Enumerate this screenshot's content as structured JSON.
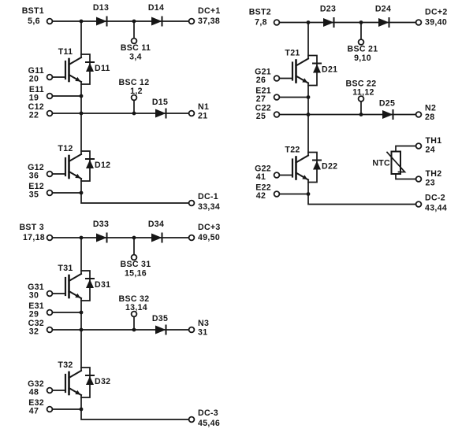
{
  "meta": {
    "background": "#ffffff",
    "ink": "#161616",
    "description": "3-phase IGBT boost/half-bridge power module schematic"
  },
  "sections": [
    {
      "name": "half-bridge-1",
      "bst": {
        "label": "BST1",
        "pins": "5,6"
      },
      "dcp": {
        "label": "DC+1",
        "pins": "37,38"
      },
      "d_rail_1": "D13",
      "d_rail_2": "D14",
      "bsc_top": {
        "label": "BSC 11",
        "pins": "3,4"
      },
      "t_top": "T11",
      "d_top": "D11",
      "g_top": {
        "label": "G11",
        "pins": "20"
      },
      "e_top": {
        "label": "E11",
        "pins": "19"
      },
      "c_bot": {
        "label": "C12",
        "pins": "22"
      },
      "bsc_bot": {
        "label": "BSC 12",
        "pins": "1,2"
      },
      "d_n": "D15",
      "n": {
        "label": "N1",
        "pins": "21"
      },
      "t_bot": "T12",
      "d_bot": "D12",
      "g_bot": {
        "label": "G12",
        "pins": "36"
      },
      "e_bot": {
        "label": "E12",
        "pins": "35"
      },
      "dcm": {
        "label": "DC-1",
        "pins": "33,34"
      }
    },
    {
      "name": "half-bridge-2",
      "bst": {
        "label": "BST2",
        "pins": "7,8"
      },
      "dcp": {
        "label": "DC+2",
        "pins": "39,40"
      },
      "d_rail_1": "D23",
      "d_rail_2": "D24",
      "bsc_top": {
        "label": "BSC 21",
        "pins": "9,10"
      },
      "t_top": "T21",
      "d_top": "D21",
      "g_top": {
        "label": "G21",
        "pins": "26"
      },
      "e_top": {
        "label": "E21",
        "pins": "27"
      },
      "c_bot": {
        "label": "C22",
        "pins": "25"
      },
      "bsc_bot": {
        "label": "BSC 22",
        "pins": "11,12"
      },
      "d_n": "D25",
      "n": {
        "label": "N2",
        "pins": "28"
      },
      "t_bot": "T22",
      "d_bot": "D22",
      "g_bot": {
        "label": "G22",
        "pins": "41"
      },
      "e_bot": {
        "label": "E22",
        "pins": "42"
      },
      "dcm": {
        "label": "DC-2",
        "pins": "43,44"
      }
    },
    {
      "name": "half-bridge-3",
      "bst": {
        "label": "BST 3",
        "pins": "17,18"
      },
      "dcp": {
        "label": "DC+3",
        "pins": "49,50"
      },
      "d_rail_1": "D33",
      "d_rail_2": "D34",
      "bsc_top": {
        "label": "BSC 31",
        "pins": "15,16"
      },
      "t_top": "T31",
      "d_top": "D31",
      "g_top": {
        "label": "G31",
        "pins": "30"
      },
      "e_top": {
        "label": "E31",
        "pins": "29"
      },
      "c_bot": {
        "label": "C32",
        "pins": "32"
      },
      "bsc_bot": {
        "label": "BSC 32",
        "pins": "13,14"
      },
      "d_n": "D35",
      "n": {
        "label": "N3",
        "pins": "31"
      },
      "t_bot": "T32",
      "d_bot": "D32",
      "g_bot": {
        "label": "G32",
        "pins": "48"
      },
      "e_bot": {
        "label": "E32",
        "pins": "47"
      },
      "dcm": {
        "label": "DC-3",
        "pins": "45,46"
      }
    }
  ],
  "ntc": {
    "label": "NTC",
    "th1": {
      "label": "TH1",
      "pins": "24"
    },
    "th2": {
      "label": "TH2",
      "pins": "23"
    }
  }
}
